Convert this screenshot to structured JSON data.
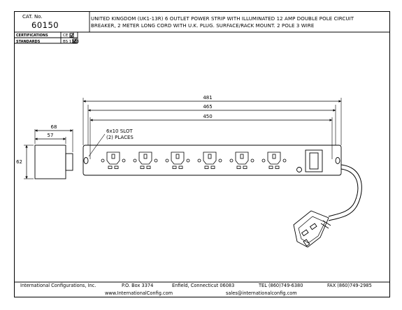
{
  "title_block": {
    "cat_label": "CAT. No.",
    "cat_number": "60150",
    "description_line1": "UNITED KINGDOM (UK1-13R) 6 OUTLET POWER STRIP WITH ILLUMINATED 12 AMP DOUBLE POLE CIRCUIT",
    "description_line2": "BREAKER, 2 METER LONG CORD WITH U.K. PLUG. SURFACE/RACK MOUNT. 2 POLE 3 WIRE",
    "certifications_label": "CERTIFICATIONS",
    "certifications_value": "CE",
    "standards_label": "STANDARDS",
    "standards_value": "BS 1363"
  },
  "dimensions": {
    "overall_length": "481",
    "mid_length": "465",
    "slot_spacing": "450",
    "side_depth": "68",
    "side_depth_inner": "57",
    "height": "62"
  },
  "callout": {
    "line1": "6x10 SLOT",
    "line2": "(2) PLACES"
  },
  "outlet_count": 6,
  "footer": {
    "company": "International Configurations, Inc.",
    "po_box": "P.O. Box 3374",
    "address": "Enfield, Connecticut 06083",
    "tel": "TEL (860)749-6380",
    "fax": "FAX (860)749-2985",
    "website": "www.InternationalConfig.com",
    "email": "sales@internationalconfig.com"
  }
}
